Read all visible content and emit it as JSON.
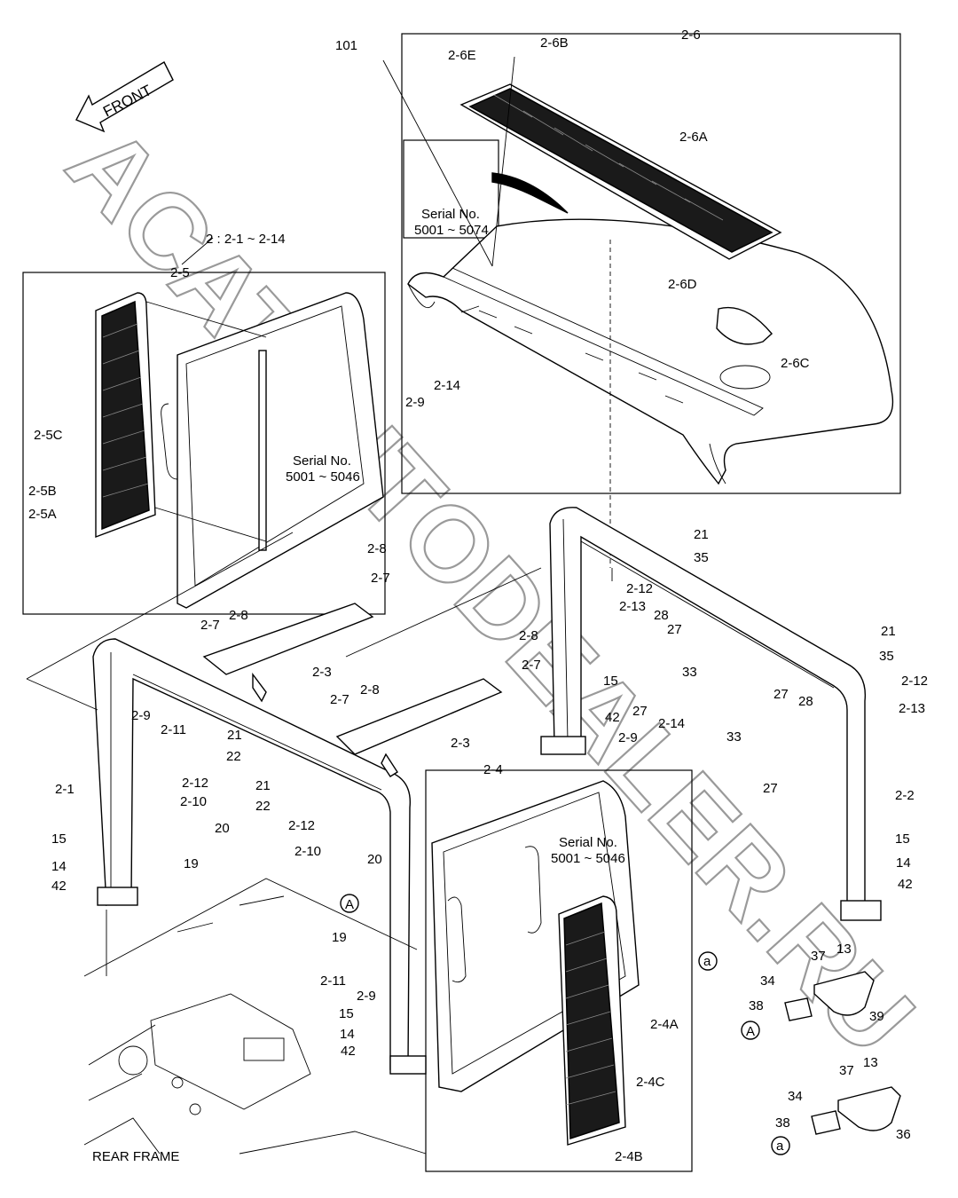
{
  "diagram": {
    "front_label": "FRONT",
    "watermark": "ACATAUTODEALER.RU",
    "footer_label": "REAR FRAME",
    "group_label": "2 : 2-1 ~ 2-14",
    "serial_notes": [
      {
        "line1": "Serial No.",
        "line2": "5001 ~ 5074"
      },
      {
        "line1": "Serial No.",
        "line2": "5001 ~ 5046"
      },
      {
        "line1": "Serial No.",
        "line2": "5001 ~ 5046"
      }
    ],
    "callouts": [
      "A",
      "A",
      "a",
      "a"
    ],
    "part_labels": [
      "101",
      "2-6E",
      "2-6B",
      "2-6",
      "2-6A",
      "2-6D",
      "2-6C",
      "2-5",
      "2-14",
      "2-9",
      "2-5C",
      "2-5B",
      "2-5A",
      "21",
      "35",
      "2-12",
      "2-13",
      "28",
      "27",
      "33",
      "15",
      "42",
      "27",
      "2-9",
      "2-14",
      "2-8",
      "2-7",
      "2-7",
      "2-8",
      "2-3",
      "2-8",
      "2-7",
      "2-7",
      "2-8",
      "2-3",
      "2-9",
      "2-11",
      "21",
      "22",
      "2-12",
      "2-10",
      "21",
      "22",
      "2-12",
      "2-10",
      "2-1",
      "15",
      "14",
      "42",
      "20",
      "19",
      "20",
      "19",
      "2-11",
      "2-9",
      "15",
      "14",
      "42",
      "2-4",
      "2-4A",
      "2-4C",
      "2-4B",
      "21",
      "35",
      "2-12",
      "2-13",
      "27",
      "28",
      "33",
      "27",
      "2-2",
      "15",
      "14",
      "42",
      "37",
      "13",
      "34",
      "38",
      "39",
      "37",
      "13",
      "34",
      "38",
      "36"
    ]
  }
}
